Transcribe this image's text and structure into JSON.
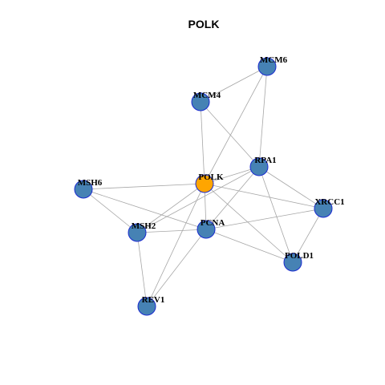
{
  "title": "POLK",
  "colors": {
    "background": "#ffffff",
    "node_default": "#4682b4",
    "node_center": "#ffa500",
    "node_border": "#1a2bd0",
    "edge": "#a6a6a6"
  },
  "graph": {
    "center": "POLK",
    "nodes": [
      "MCM6",
      "MCM4",
      "RPA1",
      "POLK",
      "MSH6",
      "XRCC1",
      "PCNA",
      "MSH2",
      "POLD1",
      "REV1"
    ],
    "edges": [
      [
        "MCM6",
        "MCM4"
      ],
      [
        "MCM6",
        "RPA1"
      ],
      [
        "MCM6",
        "POLK"
      ],
      [
        "MCM4",
        "POLK"
      ],
      [
        "MCM4",
        "RPA1"
      ],
      [
        "RPA1",
        "POLK"
      ],
      [
        "RPA1",
        "PCNA"
      ],
      [
        "RPA1",
        "MSH2"
      ],
      [
        "RPA1",
        "XRCC1"
      ],
      [
        "RPA1",
        "POLD1"
      ],
      [
        "POLK",
        "MSH6"
      ],
      [
        "POLK",
        "XRCC1"
      ],
      [
        "POLK",
        "PCNA"
      ],
      [
        "POLK",
        "MSH2"
      ],
      [
        "POLK",
        "POLD1"
      ],
      [
        "POLK",
        "REV1"
      ],
      [
        "MSH6",
        "MSH2"
      ],
      [
        "MSH6",
        "PCNA"
      ],
      [
        "MSH2",
        "PCNA"
      ],
      [
        "MSH2",
        "REV1"
      ],
      [
        "PCNA",
        "XRCC1"
      ],
      [
        "PCNA",
        "POLD1"
      ],
      [
        "PCNA",
        "REV1"
      ],
      [
        "XRCC1",
        "POLD1"
      ]
    ]
  }
}
